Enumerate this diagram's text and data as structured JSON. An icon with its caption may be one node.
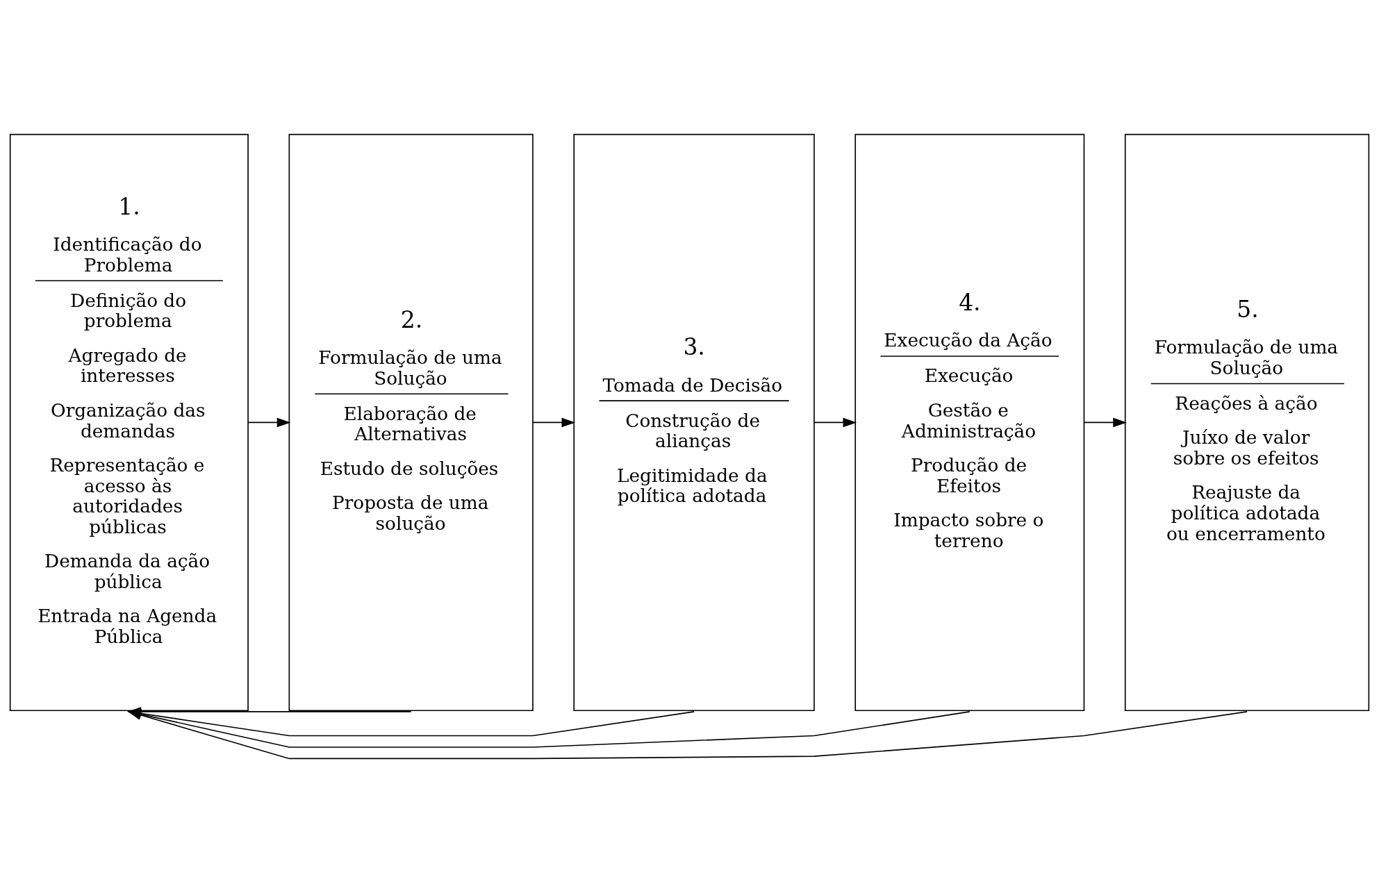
{
  "diagram": {
    "nodes": [
      {
        "text": [
          "1.",
          "Identificação do Problema",
          "Definição do problema",
          "Agregado de interesses",
          "Organização das demandas",
          "Representação e acesso às autoridades públicas",
          "Demanda da ação pública",
          "Entrada na Agenda Pública"
        ]
      },
      {
        "text": [
          "2.",
          "Formulação de uma Solução",
          "Elaboração de Alternativas",
          "Estudo de soluções",
          "Proposta de uma solução"
        ]
      },
      {
        "text": [
          "3.",
          "Tomada de Decisão",
          "Construção de alianças",
          "Legitimidade da política adotada"
        ]
      },
      {
        "text": [
          "4.",
          "Execução da Ação",
          "Execução",
          "Gestão e Administração",
          "Produção de Efeitos",
          "Impacto sobre o terreno"
        ]
      },
      {
        "text": [
          "5.",
          "Formulação de uma Solução",
          "Reações à ação",
          "Juíxo de valor sobre os efeitos",
          "Reajuste da política adotada ou encerramento"
        ]
      }
    ],
    "edges": [
      {
        "from": 0,
        "to": 1,
        "arrow": "to"
      },
      {
        "from": 1,
        "to": 2,
        "arrow": "to"
      },
      {
        "from": 2,
        "to": 3,
        "arrow": "to"
      },
      {
        "from": 3,
        "to": 4,
        "arrow": "to"
      },
      {
        "from": 1,
        "to": 0,
        "arrow": "to"
      },
      {
        "from": 2,
        "to": 0,
        "arrow": "to"
      },
      {
        "from": 3,
        "to": 0,
        "arrow": "to"
      },
      {
        "from": 4,
        "to": 0,
        "arrow": "to"
      }
    ]
  }
}
